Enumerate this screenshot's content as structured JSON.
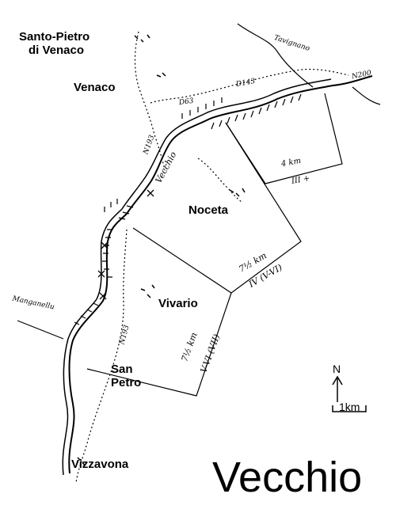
{
  "map": {
    "title": "Vecchio",
    "places": {
      "santo_pietro_line1": "Santo-Pietro",
      "santo_pietro_line2": "di Venaco",
      "venaco": "Venaco",
      "noceta": "Noceta",
      "vivario": "Vivario",
      "san_petro_line1": "San",
      "san_petro_line2": "Petro",
      "vizzavona": "Vizzavona"
    },
    "roads": {
      "n200": "N200",
      "d143": "D143",
      "d63": "D63",
      "n193_upper": "N193",
      "n193_lower": "N193",
      "tavignano": "Tavignano",
      "manganellu": "Manganellu",
      "vecchio": "Vecchio"
    },
    "sections": [
      {
        "length": "4 km",
        "grade": "III +"
      },
      {
        "length": "7½ km",
        "grade": "IV (V-VI)"
      },
      {
        "length": "7½ km",
        "grade": "V-VI (VII)"
      }
    ],
    "compass": {
      "north": "N",
      "scale": "1km"
    },
    "colors": {
      "ink": "#000000",
      "paper": "#ffffff"
    }
  }
}
